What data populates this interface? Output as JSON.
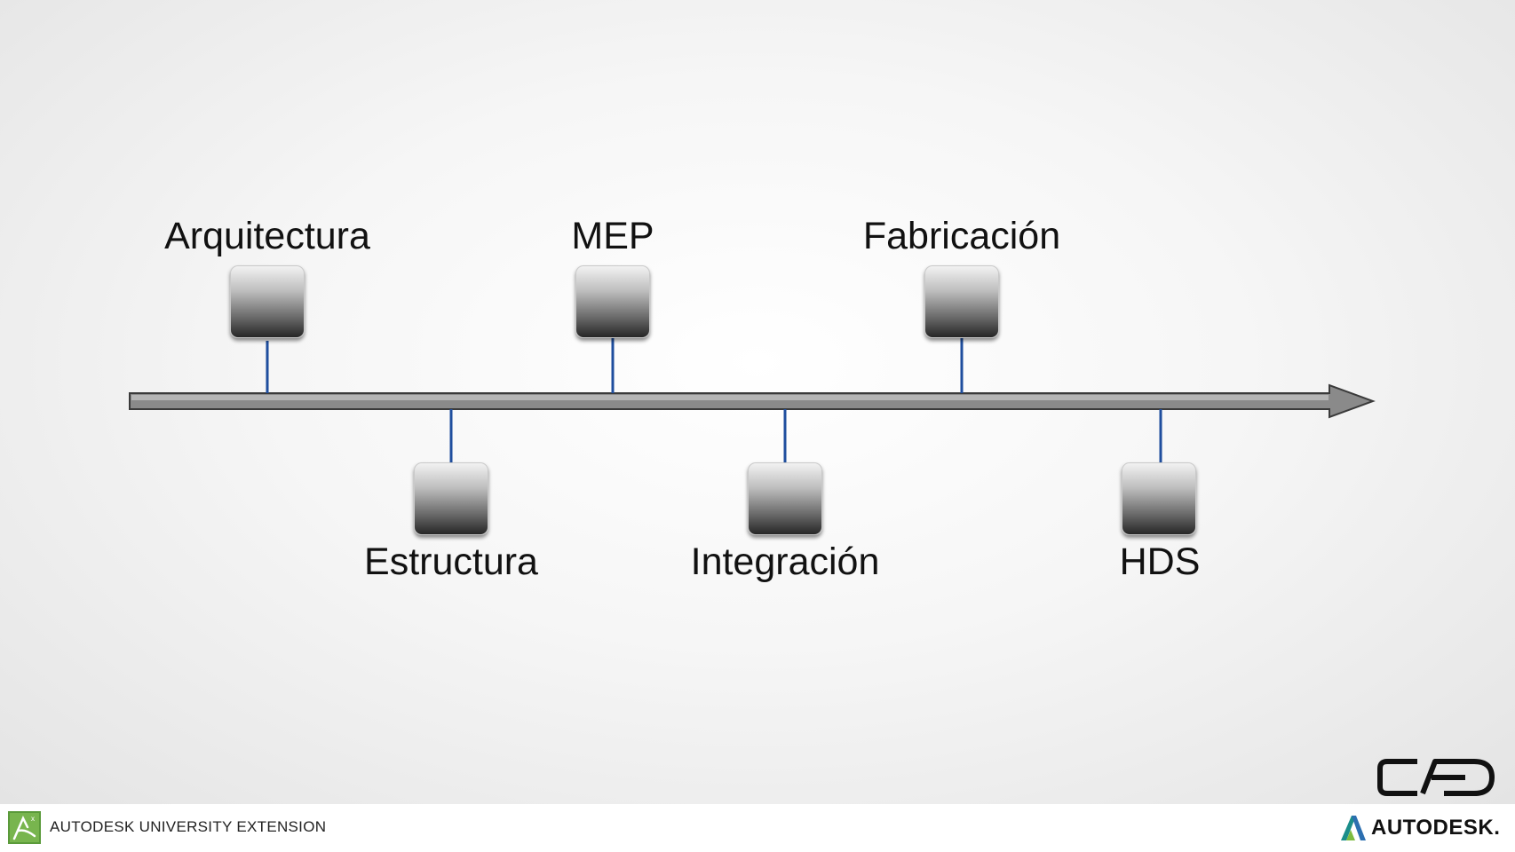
{
  "timeline": {
    "items": [
      {
        "label": "Arquitectura"
      },
      {
        "label": "Estructura"
      },
      {
        "label": "MEP"
      },
      {
        "label": "Integración"
      },
      {
        "label": "Fabricación"
      },
      {
        "label": "HDS"
      }
    ]
  },
  "footer": {
    "event_name": "AUTODESK UNIVERSITY EXTENSION",
    "brand_name": "AUTODESK."
  },
  "colors": {
    "connector": "#1f4e9e",
    "au_logo_green": "#5a9a3a",
    "autodesk_teal": "#1b8e8a"
  }
}
